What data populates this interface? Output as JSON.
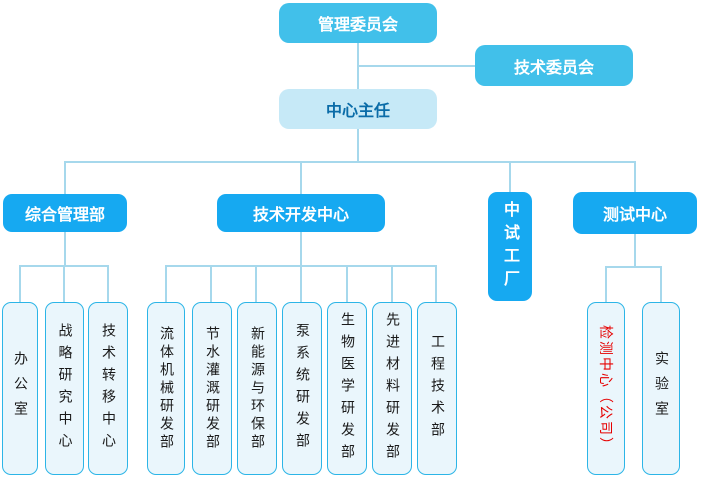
{
  "org_chart": {
    "labels": {
      "mgmt_committee": "管理委员会",
      "tech_committee": "技术委员会",
      "director": "中心主任",
      "general_mgmt": "综合管理部",
      "tech_dev": "技术开发中心",
      "pilot_plant": "中试工厂",
      "test_center": "测试中心",
      "office": "办公室",
      "strategy_research": "战略研究中心",
      "tech_transfer": "技术转移中心",
      "fluid_machinery": "流体机械研发部",
      "water_irrigation": "节水灌溉研发部",
      "new_energy_env": "新能源与环保部",
      "pump_system": "泵系统研发部",
      "biomedical": "生物医学研发部",
      "adv_materials": "先进材料研发部",
      "engineering": "工程技术部",
      "inspection_center": "检测中心（公司）",
      "laboratory": "实验室"
    },
    "hierarchy": {
      "管理委员会": [
        "中心主任"
      ],
      "管理委员会_staff": [
        "技术委员会"
      ],
      "中心主任": [
        "综合管理部",
        "技术开发中心",
        "中试工厂",
        "测试中心"
      ],
      "综合管理部": [
        "办公室",
        "战略研究中心",
        "技术转移中心"
      ],
      "技术开发中心": [
        "流体机械研发部",
        "节水灌溉研发部",
        "新能源与环保部",
        "泵系统研发部",
        "生物医学研发部",
        "先进材料研发部",
        "工程技术部"
      ],
      "中试工厂": [],
      "测试中心": [
        "检测中心（公司）",
        "实验室"
      ]
    },
    "colors": {
      "top_level_fill": "#41c0ea",
      "second_level_fill": "#16a9f1",
      "director_fill": "#c6e9f7",
      "director_text": "#0a6ca8",
      "leaf_fill": "#eaf6fc",
      "leaf_border": "#2cb5e7",
      "leaf_text": "#1a1a1a",
      "connector_line": "#a6d8ec",
      "alert_text": "#e60000",
      "node_text": "#ffffff"
    }
  }
}
